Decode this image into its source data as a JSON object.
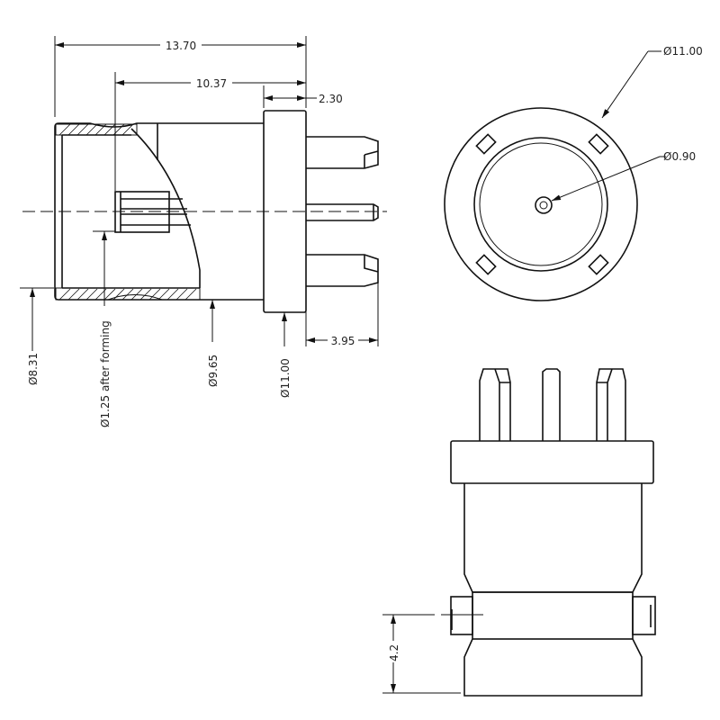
{
  "side_view": {
    "dim_overall_length": "13.70",
    "dim_body_length": "10.37",
    "dim_flange_thickness": "2.30",
    "dim_pin_length": "3.95",
    "dim_inner_dia": "Ø8.31",
    "dim_contact_dia": "Ø1.25 after forming",
    "dim_body_dia": "Ø9.65",
    "dim_flange_dia": "Ø11.00"
  },
  "front_view": {
    "dim_flange_dia": "Ø11.00",
    "dim_pin_dia": "Ø0.90"
  },
  "bottom_view": {
    "dim_height": "4.2"
  }
}
